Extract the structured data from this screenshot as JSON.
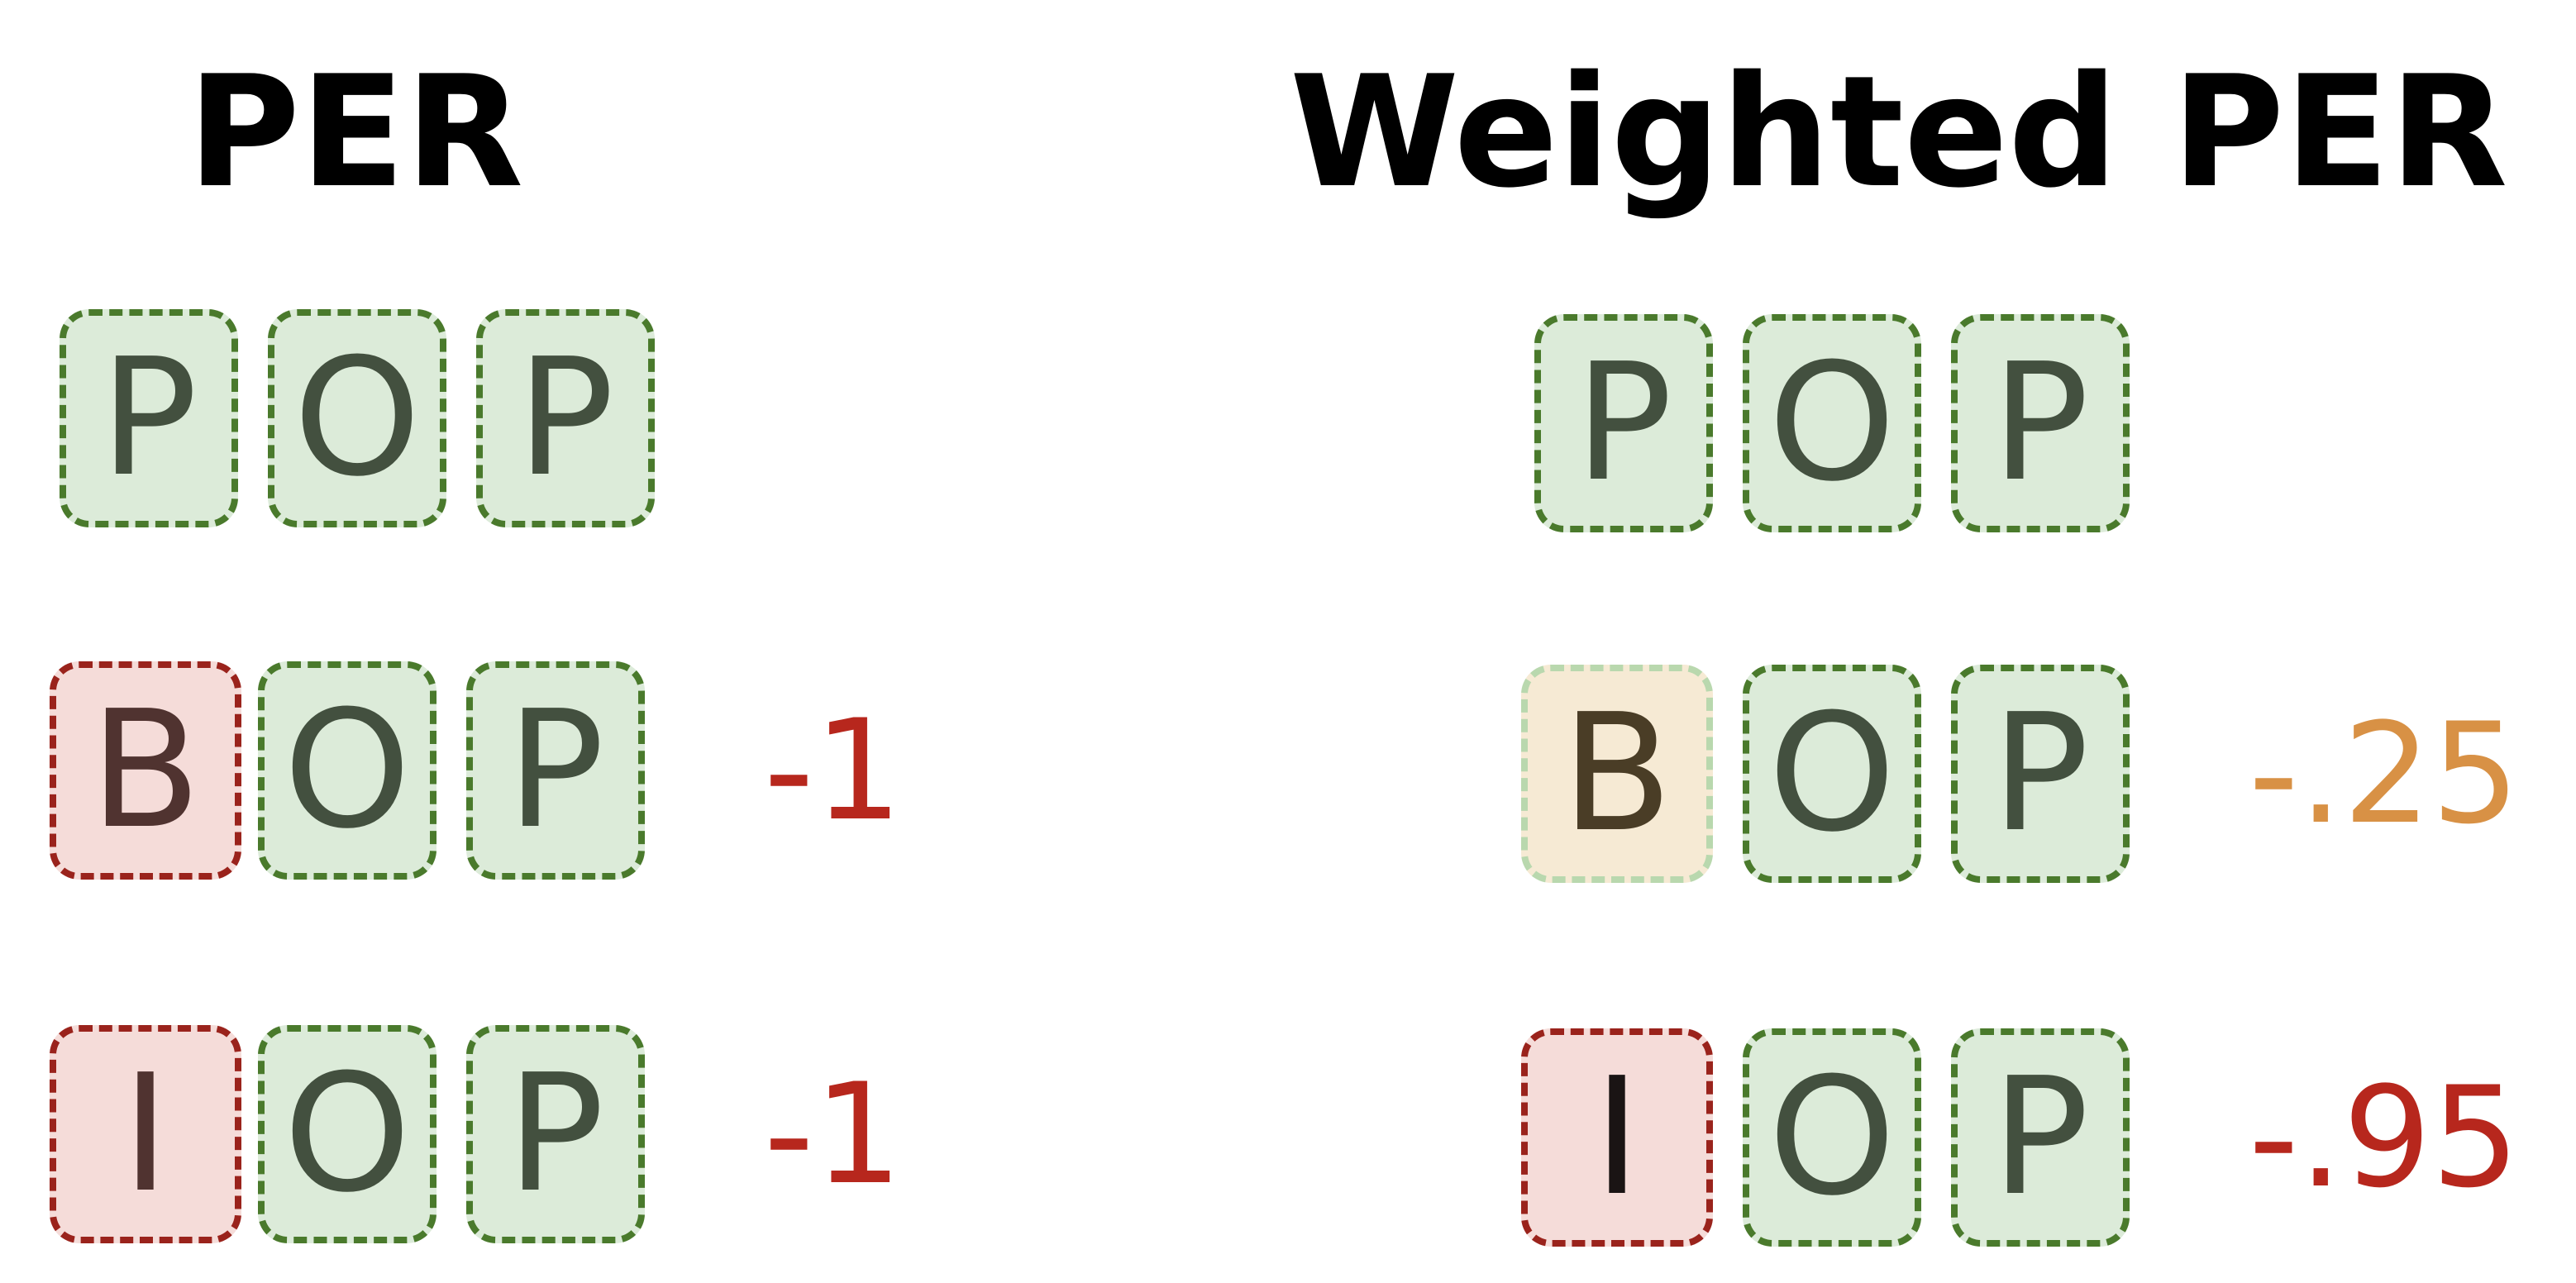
{
  "colors": {
    "correct_fill": "#dcebd9",
    "correct_border": "#4a7a2c",
    "error_fill": "#f5dcd9",
    "error_border": "#9a231c",
    "partial_fill": "#f6ead4",
    "partial_border": "#b9d8ae",
    "score_full": "#b7271d",
    "score_partial": "#d89145"
  },
  "left": {
    "title": "PER",
    "rows": [
      {
        "letters": [
          "P",
          "O",
          "P"
        ],
        "score": ""
      },
      {
        "letters": [
          "B",
          "O",
          "P"
        ],
        "score": "-1"
      },
      {
        "letters": [
          "I",
          "O",
          "P"
        ],
        "score": "-1"
      }
    ]
  },
  "right": {
    "title": "Weighted PER",
    "rows": [
      {
        "letters": [
          "P",
          "O",
          "P"
        ],
        "score": ""
      },
      {
        "letters": [
          "B",
          "O",
          "P"
        ],
        "score": "-.25"
      },
      {
        "letters": [
          "I",
          "O",
          "P"
        ],
        "score": "-.95"
      }
    ]
  }
}
